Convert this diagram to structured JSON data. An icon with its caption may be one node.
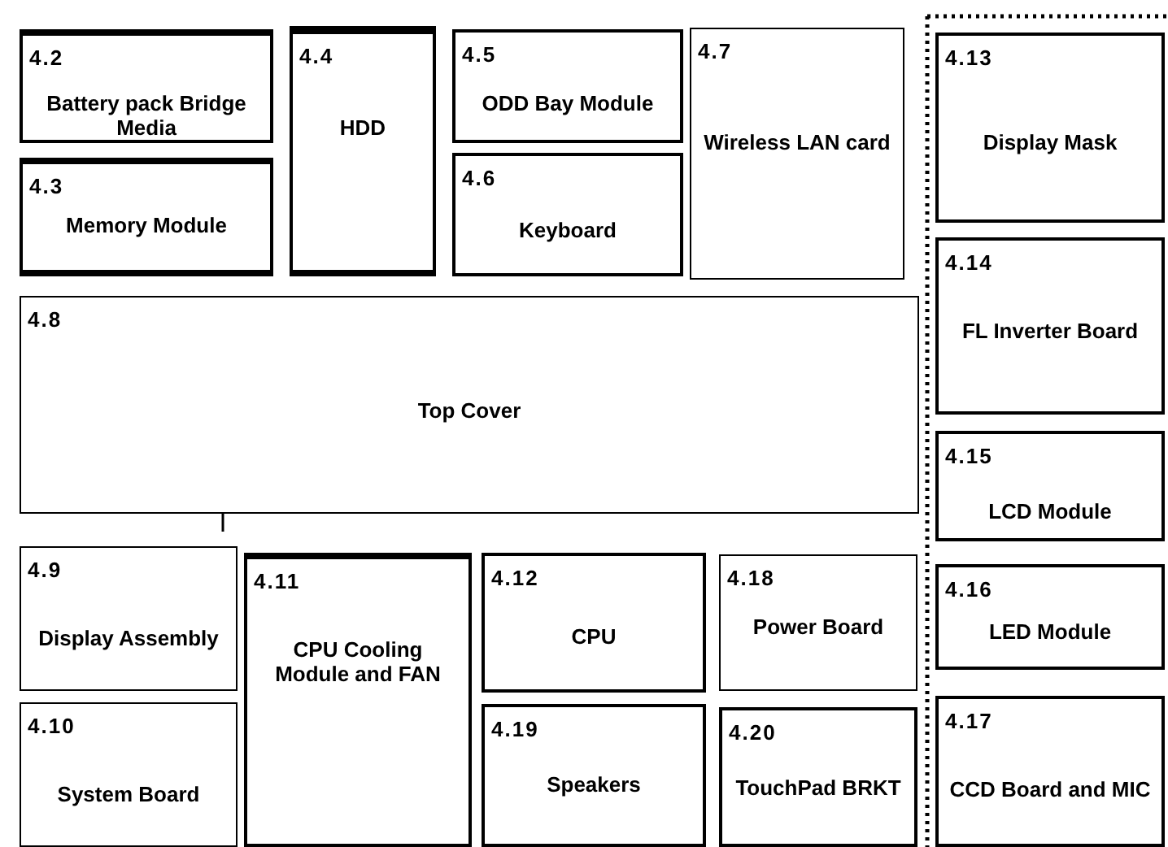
{
  "diagram": {
    "nodes": [
      {
        "text": [
          "4.2",
          "Battery pack Bridge Media"
        ]
      },
      {
        "text": [
          "4.3",
          "Memory Module"
        ]
      },
      {
        "text": [
          "4.4",
          "HDD"
        ]
      },
      {
        "text": [
          "4.5",
          "ODD Bay Module"
        ]
      },
      {
        "text": [
          "4.6",
          "Keyboard"
        ]
      },
      {
        "text": [
          "4.7",
          "Wireless LAN card"
        ]
      },
      {
        "text": [
          "4.8",
          "Top Cover"
        ]
      },
      {
        "text": [
          "4.9",
          "Display Assembly"
        ]
      },
      {
        "text": [
          "4.10",
          "System Board"
        ]
      },
      {
        "text": [
          "4.11",
          "CPU Cooling Module and FAN"
        ]
      },
      {
        "text": [
          "4.12",
          "CPU"
        ]
      },
      {
        "text": [
          "4.18",
          "Power Board"
        ]
      },
      {
        "text": [
          "4.19",
          "Speakers"
        ]
      },
      {
        "text": [
          "4.20",
          "TouchPad BRKT"
        ]
      },
      {
        "text": [
          "4.13",
          "Display Mask"
        ]
      },
      {
        "text": [
          "4.14",
          "FL Inverter Board"
        ]
      },
      {
        "text": [
          "4.15",
          "LCD Module"
        ]
      },
      {
        "text": [
          "4.16",
          "LED Module"
        ]
      },
      {
        "text": [
          "4.17",
          "CCD Board and MIC"
        ]
      }
    ]
  }
}
